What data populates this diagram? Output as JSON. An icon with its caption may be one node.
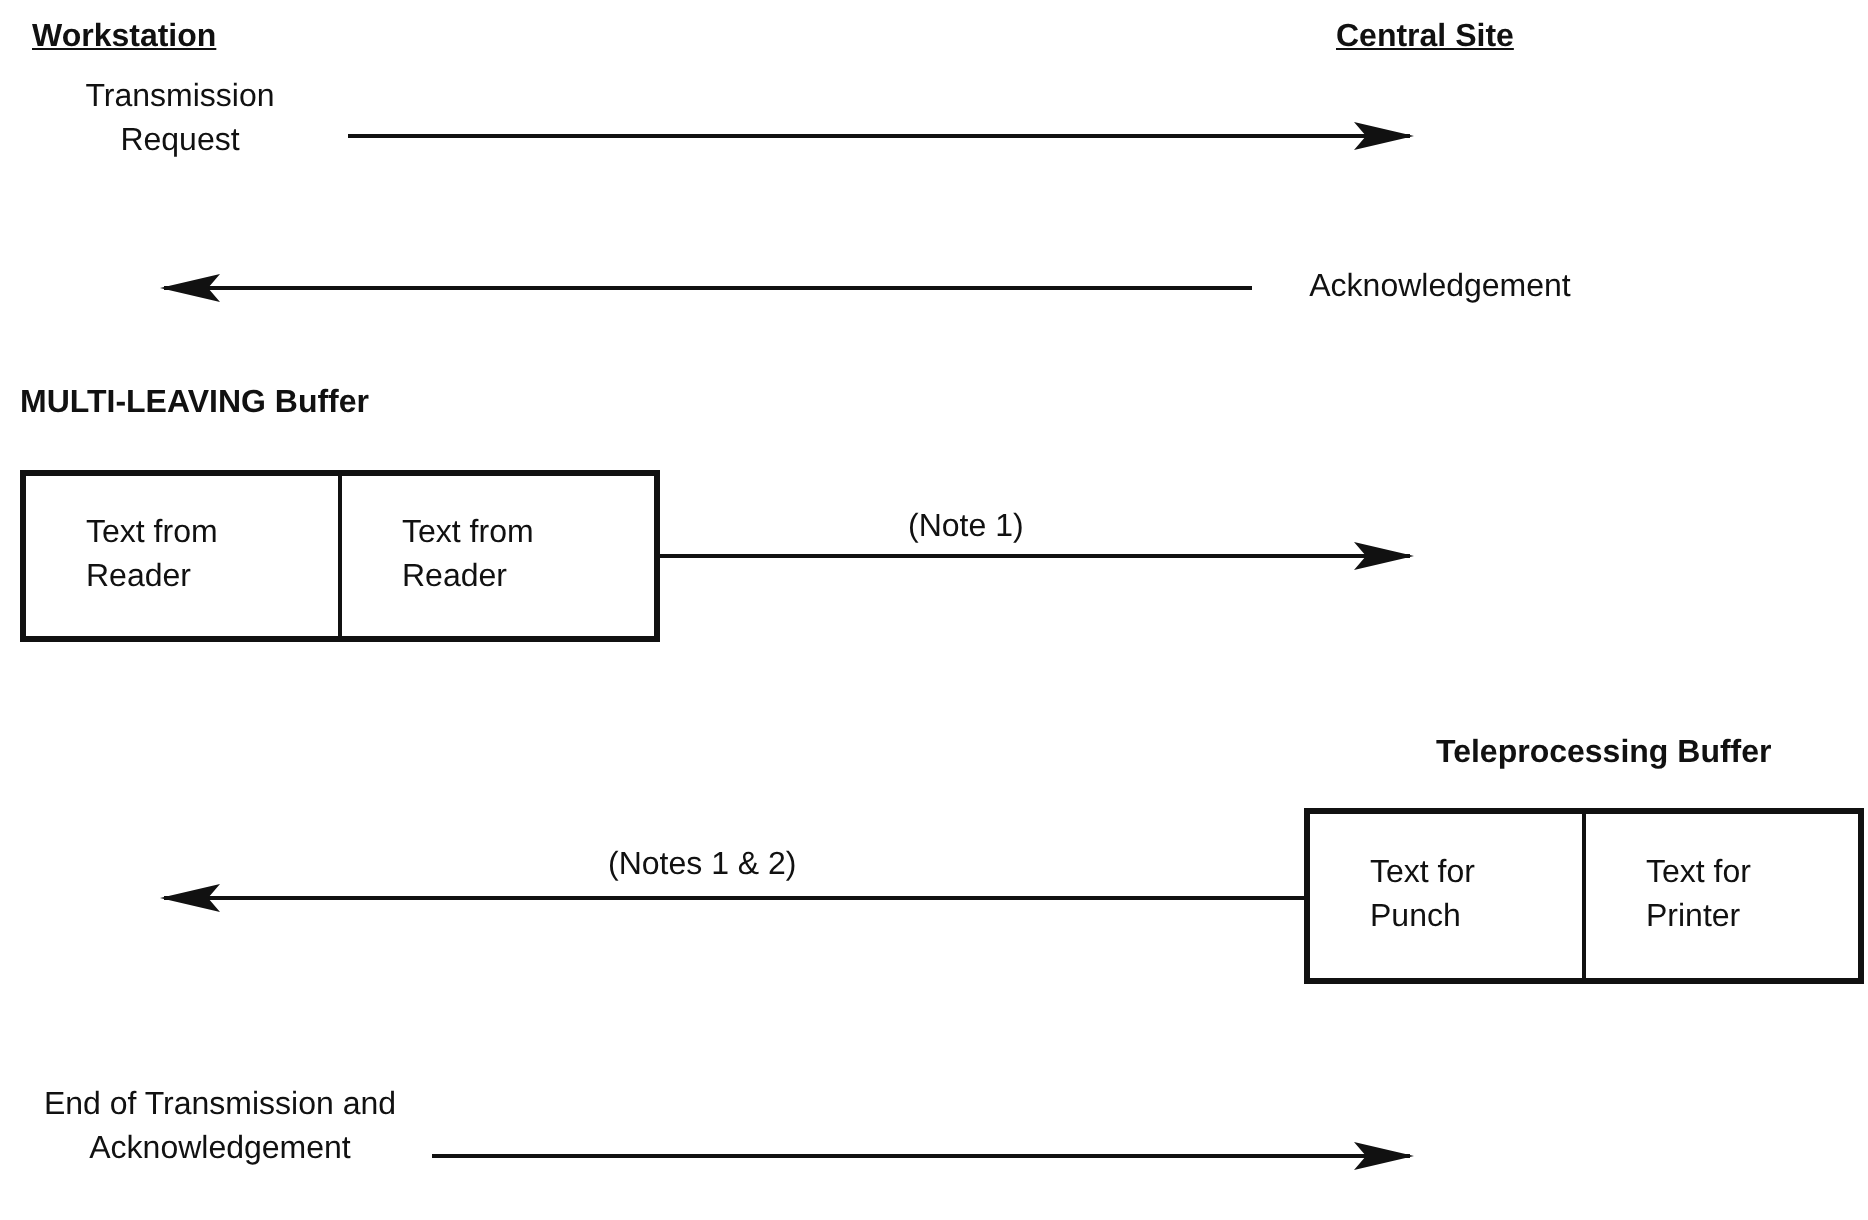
{
  "diagram": {
    "nodes": [
      {
        "text": [
          "Transmission Request"
        ]
      },
      {
        "text": [
          "Acknowledgement"
        ]
      },
      {
        "text": [
          "MULTI-LEAVING Buffer"
        ]
      },
      {
        "text": [
          "Text from Reader"
        ],
        "in": 2
      },
      {
        "text": [
          "Text from Reader"
        ],
        "in": 2
      },
      {
        "text": [
          "Teleprocessing Buffer"
        ]
      },
      {
        "text": [
          "Text for Punch"
        ],
        "in": 5
      },
      {
        "text": [
          "Text for Printer"
        ],
        "in": 5
      },
      {
        "text": [
          "End of Transmission and Acknowledgement"
        ]
      }
    ],
    "edges": [
      {
        "from": 0,
        "to": null,
        "arrow": "to"
      },
      {
        "from": 1,
        "to": null,
        "arrow": "to"
      },
      {
        "from": 2,
        "to": null,
        "arrow": "to",
        "label": "(Note 1)"
      },
      {
        "from": 5,
        "to": null,
        "arrow": "to",
        "label": "(Notes 1 & 2)"
      },
      {
        "from": 8,
        "to": null,
        "arrow": "to"
      }
    ],
    "labels": [
      "Workstation",
      "Central Site"
    ]
  }
}
